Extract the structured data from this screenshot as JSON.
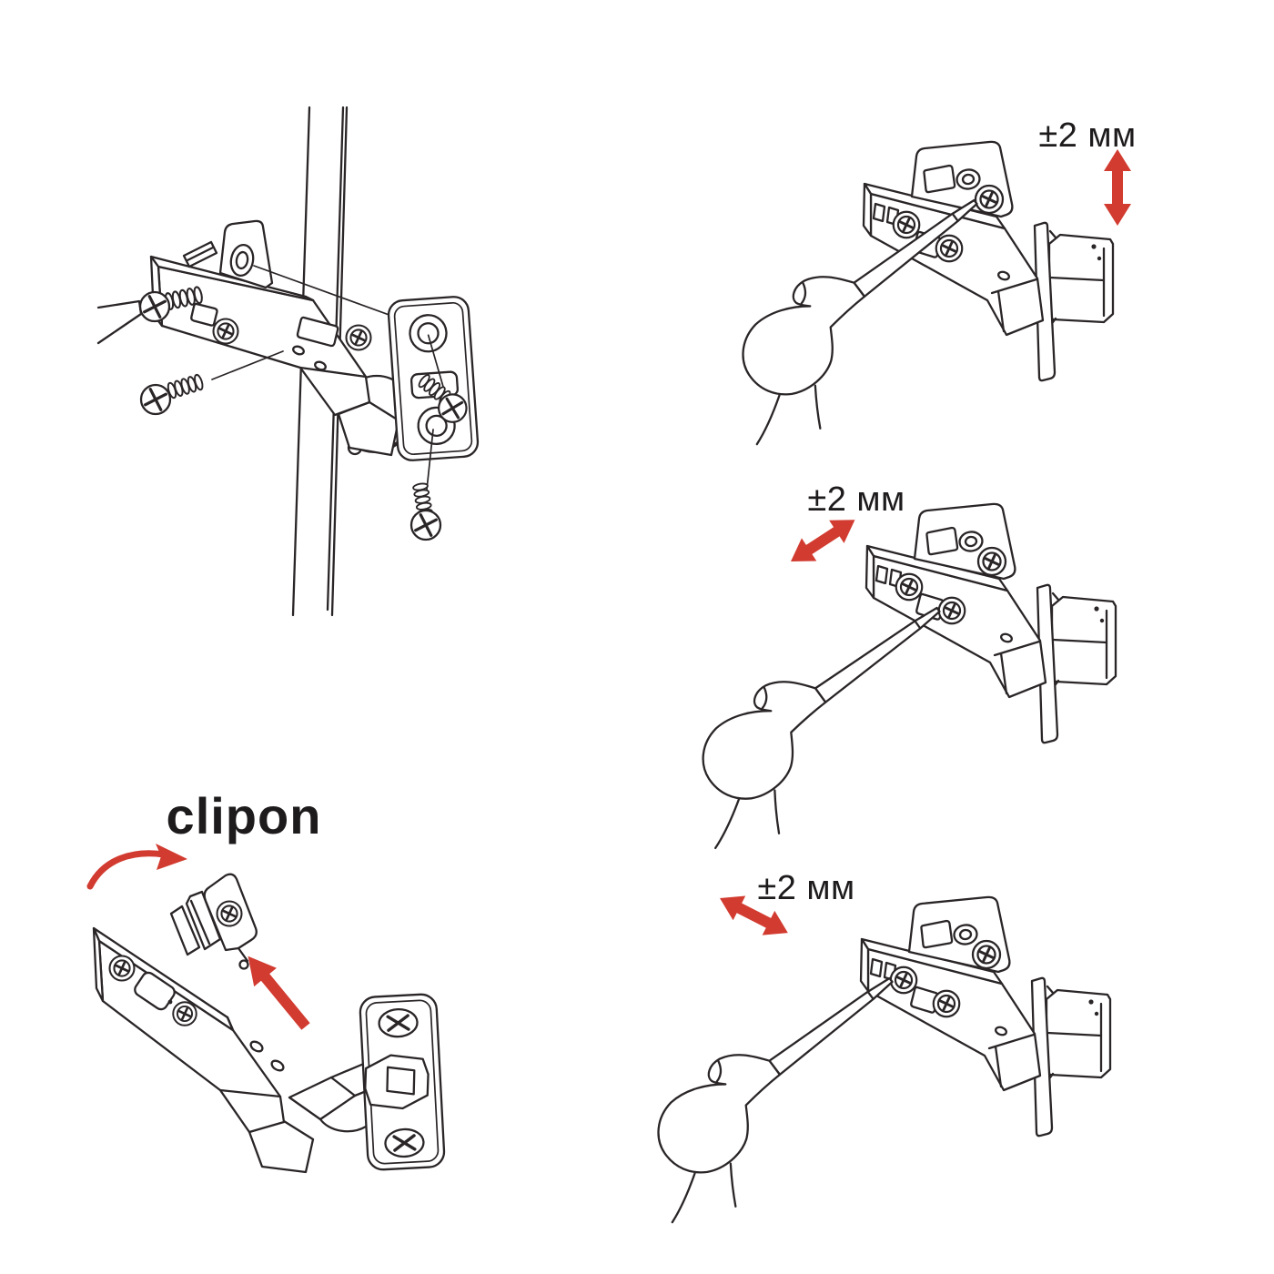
{
  "illustration": {
    "type": "furniture-hinge-installation-and-adjustment-instructions",
    "colors": {
      "background": "#ffffff",
      "line": "#2a2526",
      "accent_red": "#d23b30"
    },
    "panels": {
      "mount": {
        "position": "top-left",
        "icons": [
          "cabinet-panel-icon",
          "hinge-arm-icon",
          "mounting-plate-icon",
          "screw-icon",
          "screwdriver-blade-icon"
        ]
      },
      "vertical_adjust": {
        "position": "top-right",
        "label": "±2 мм",
        "arrow_direction": "vertical-double",
        "icons": [
          "screwdriver-icon",
          "hinge-arm-icon",
          "door-panel-icon",
          "red-arrow-icon"
        ]
      },
      "depth_adjust": {
        "position": "middle-right",
        "label": "±2 мм",
        "arrow_direction": "diagonal-ascending-double",
        "icons": [
          "screwdriver-icon",
          "hinge-arm-icon",
          "door-panel-icon",
          "red-arrow-icon"
        ]
      },
      "clip_on": {
        "position": "bottom-left",
        "label": "clipon",
        "arrow_direction": "up-left-single",
        "icons": [
          "hinge-arm-icon",
          "mounting-plate-icon",
          "curved-red-arrow-icon",
          "red-arrow-icon"
        ]
      },
      "side_adjust": {
        "position": "bottom-right",
        "label": "±2 мм",
        "arrow_direction": "diagonal-descending-double",
        "icons": [
          "screwdriver-icon",
          "hinge-arm-icon",
          "door-panel-icon",
          "red-arrow-icon"
        ]
      }
    }
  }
}
